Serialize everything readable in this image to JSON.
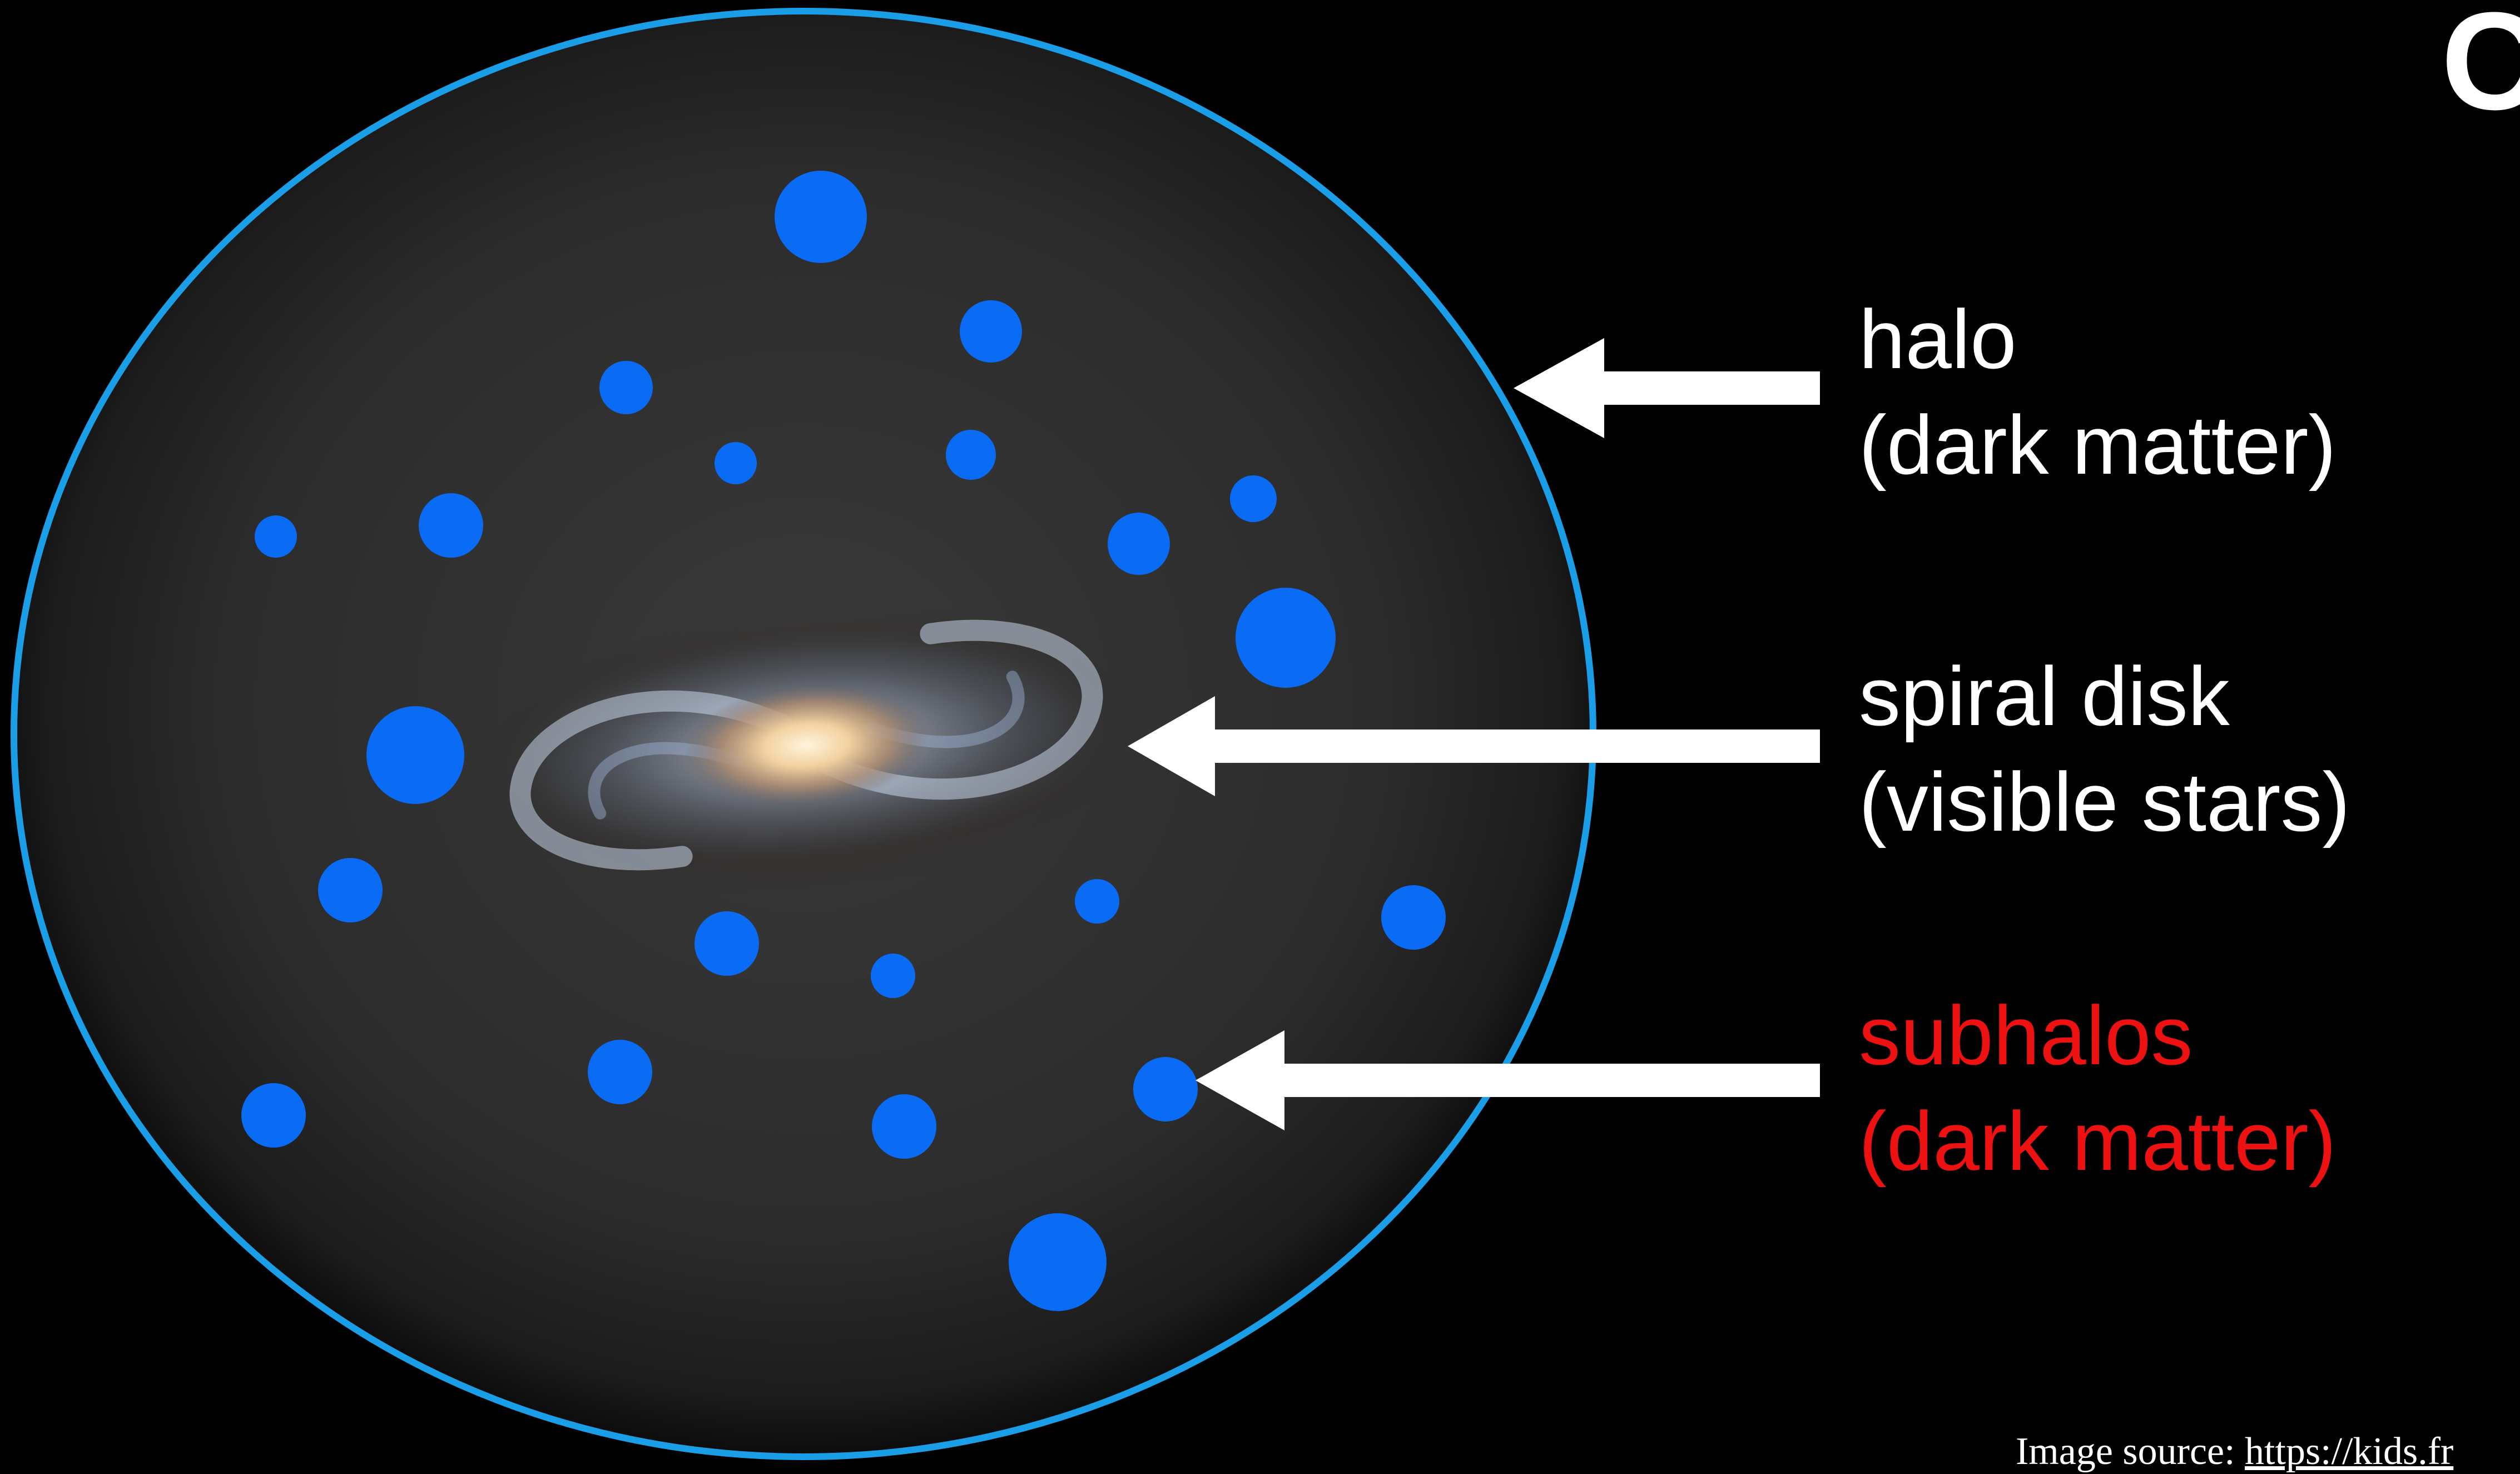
{
  "corner_title_fragment": "C",
  "labels": {
    "halo": {
      "line1": "halo",
      "line2": "(dark matter)"
    },
    "disk": {
      "line1": "spiral disk",
      "line2": "(visible stars)"
    },
    "subhalos": {
      "line1": "subhalos",
      "line2": "(dark matter)"
    }
  },
  "image_source": {
    "prefix": "Image source: ",
    "link": "https://kids.fr"
  },
  "colors": {
    "background": "#000000",
    "halo_outline": "#1a9ee8",
    "halo_fill": "#2e2e2e",
    "subhalo": "#0a6cf5",
    "arrow": "#ffffff",
    "label_text": "#ffffff",
    "subhalo_label": "#ee1111"
  }
}
